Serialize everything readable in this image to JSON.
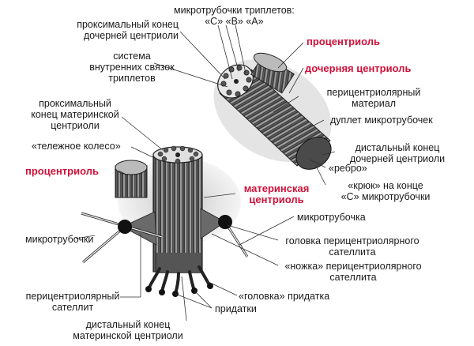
{
  "colors": {
    "highlight": "#d0103a",
    "ink": "#1a1a1a"
  },
  "labels": {
    "triplet_mt": [
      "микротрубочки триплетов:",
      "«С» «В» «А»"
    ],
    "daughter_proximal": [
      "проксимальный конец",
      "дочерней центриоли"
    ],
    "procentriole_top": "процентриоль",
    "internal_links": [
      "система",
      "внутренних связок",
      "триплетов"
    ],
    "daughter_centriole": "дочерняя центриоль",
    "pericentriolar_material": [
      "перицентриолярный",
      "материал"
    ],
    "mother_proximal": [
      "проксимальный",
      "конец материнской",
      "центриоли"
    ],
    "doublet": "дуплет микротрубочек",
    "cartwheel": "«тележное колесо»",
    "daughter_distal": [
      "дистальный конец",
      "дочерней центриоли"
    ],
    "procentriole_left": "процентриоль",
    "rib": "«ребро»",
    "mother_centriole": [
      "материнская",
      "центриоль"
    ],
    "hook": [
      "«крюк» на конце",
      "«С» микротрубочки"
    ],
    "microtubule": "микротрубочка",
    "microtubules": "микротрубочки",
    "satellite_head": [
      "головка перицентриолярного",
      "сателлита"
    ],
    "satellite_leg": [
      "«ножка» перицентриолярного",
      "сателлита"
    ],
    "pericentriolar_satellite": [
      "перицентриолярный",
      "сателлит"
    ],
    "appendage_head": "«головка» придатка",
    "appendages": "придатки",
    "mother_distal": [
      "дистальный конец",
      "материнской центриоли"
    ]
  }
}
